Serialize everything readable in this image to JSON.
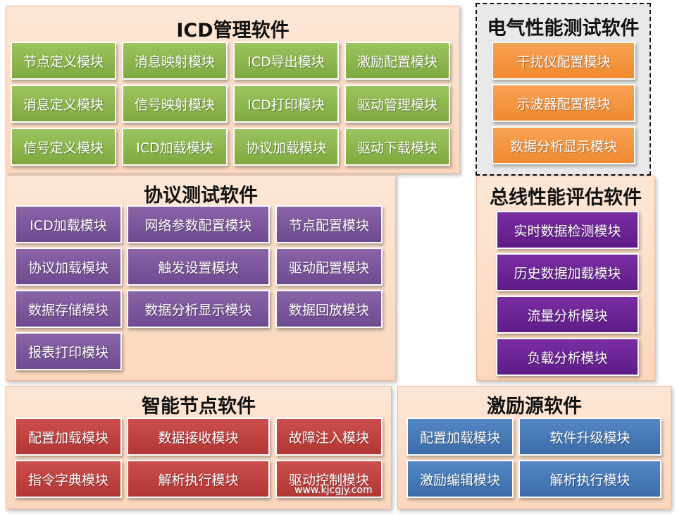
{
  "icd": {
    "title": "ICD管理软件",
    "modules": [
      "节点定义模块",
      "消息映射模块",
      "ICD导出模块",
      "激励配置模块",
      "消息定义模块",
      "信号映射模块",
      "ICD打印模块",
      "驱动管理模块",
      "信号定义模块",
      "ICD加载模块",
      "协议加载模块",
      "驱动下载模块"
    ]
  },
  "electrical": {
    "title": "电气性能测试软件",
    "modules": [
      "干扰仪配置模块",
      "示波器配置模块",
      "数据分析显示模块"
    ]
  },
  "protocol": {
    "title": "协议测试软件",
    "modules": [
      "ICD加载模块",
      "网络参数配置模块",
      "节点配置模块",
      "协议加载模块",
      "触发设置模块",
      "驱动配置模块",
      "数据存储模块",
      "数据分析显示模块",
      "数据回放模块",
      "报表打印模块"
    ]
  },
  "bus": {
    "title": "总线性能评估软件",
    "modules": [
      "实时数据检测模块",
      "历史数据加载模块",
      "流量分析模块",
      "负载分析模块"
    ]
  },
  "smart": {
    "title": "智能节点软件",
    "modules": [
      "配置加载模块",
      "数据接收模块",
      "故障注入模块",
      "指令字典模块",
      "解析执行模块",
      "驱动控制模块"
    ]
  },
  "stim": {
    "title": "激励源软件",
    "modules": [
      "配置加载模块",
      "软件升级模块",
      "激励编辑模块",
      "解析执行模块"
    ]
  },
  "watermark": "www.kjcgjy.com",
  "colors": {
    "panel": "#fcd7bd",
    "green": "#8db54e",
    "orange": "#f39640",
    "purple": "#7c579b",
    "violet": "#6a2594",
    "red": "#bf4341",
    "blue": "#4779b6"
  }
}
